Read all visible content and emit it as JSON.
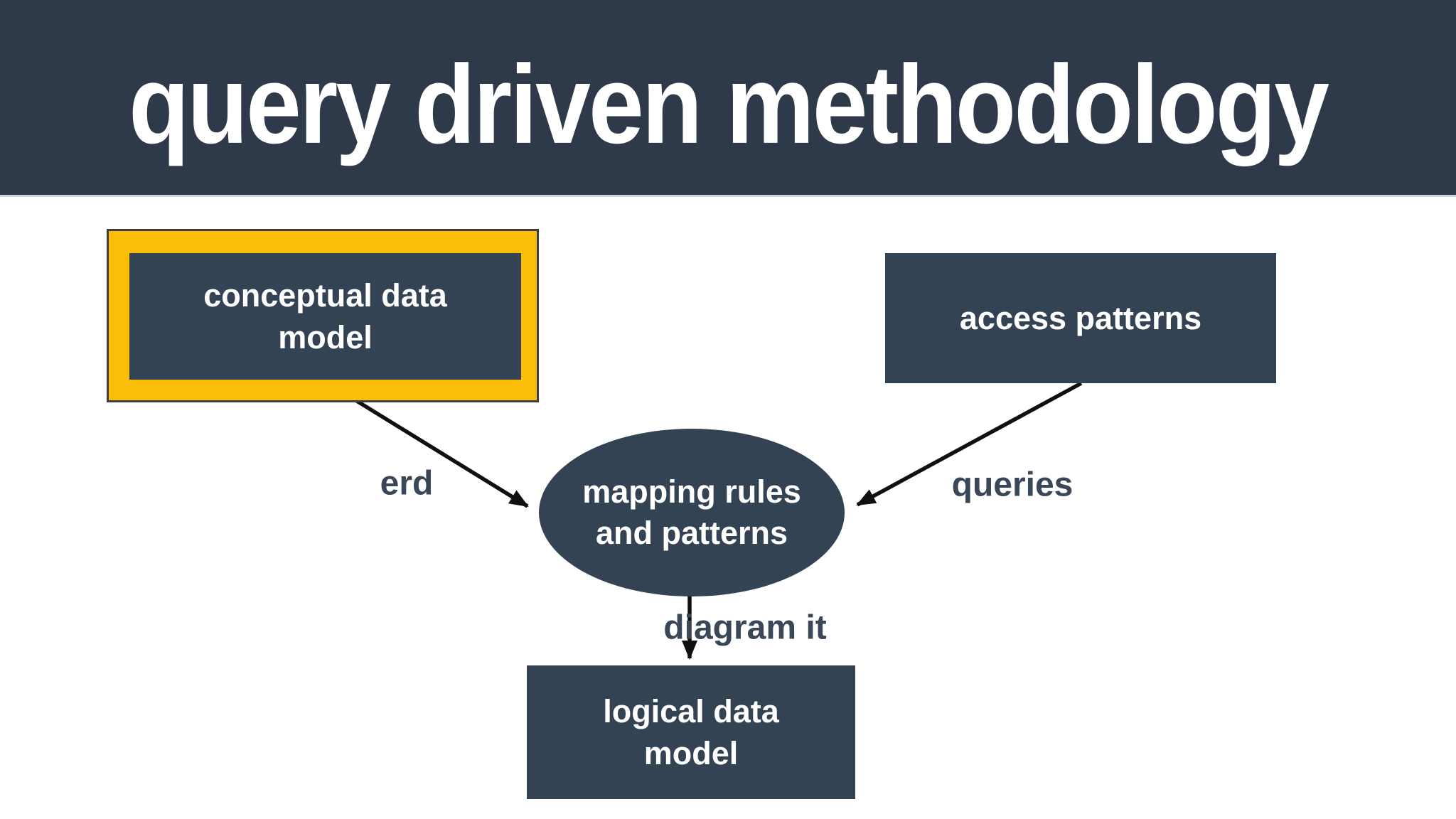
{
  "header": {
    "title": "query driven methodology"
  },
  "colors": {
    "header-bg": "#2e3a49",
    "node-bg": "#344354",
    "node-text": "#ffffff",
    "accent-yellow": "#fbbe08",
    "frame-border": "#3a3f46",
    "edge-label": "#3a4759",
    "arrow": "#101010",
    "page-bg": "#ffffff"
  },
  "nodes": {
    "conceptual": {
      "label": "conceptual data model",
      "shape": "rectangle",
      "highlighted": true
    },
    "access": {
      "label": "access patterns",
      "shape": "rectangle",
      "highlighted": false
    },
    "mapping": {
      "label": "mapping rules and patterns",
      "shape": "ellipse",
      "highlighted": false
    },
    "logical": {
      "label": "logical data model",
      "shape": "rectangle",
      "highlighted": false
    }
  },
  "edges": [
    {
      "from": "conceptual data model",
      "to": "mapping rules and patterns",
      "label": "erd"
    },
    {
      "from": "access patterns",
      "to": "mapping rules and patterns",
      "label": "queries"
    },
    {
      "from": "mapping rules and patterns",
      "to": "logical data model",
      "label": "diagram it"
    }
  ]
}
